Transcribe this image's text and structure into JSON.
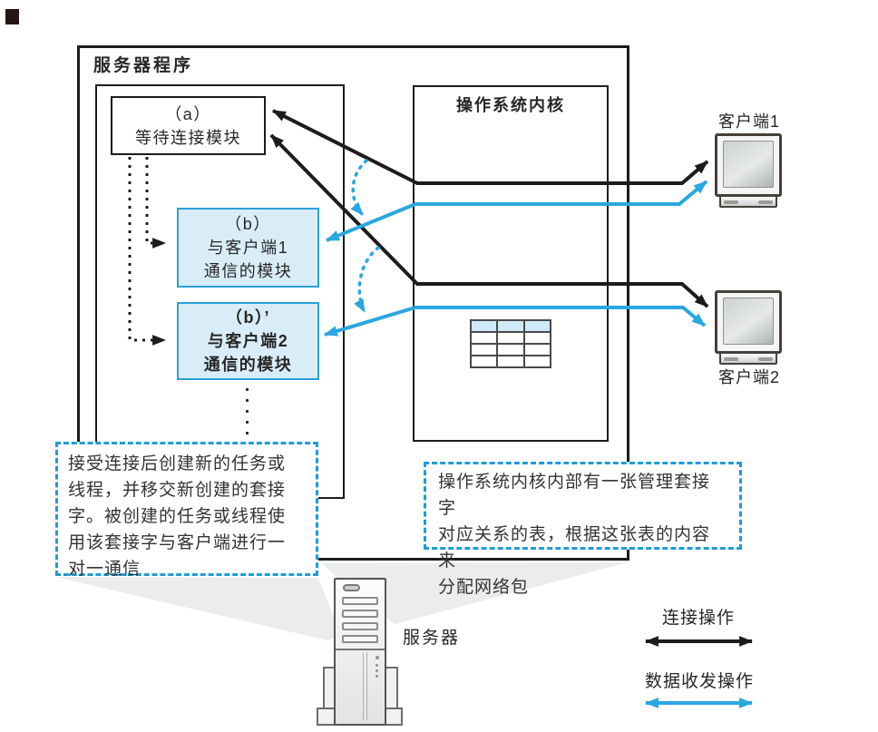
{
  "colors": {
    "line_black": "#1c1c1c",
    "line_blue": "#29a7e0",
    "module_fill": "#d9edf8",
    "module_border": "#2aa0d8",
    "callout_border": "#1e9cd7",
    "table_header": "#cfe9f7",
    "beam": "#ebecec"
  },
  "server_program": {
    "title": "服务器程序"
  },
  "kernel": {
    "title": "操作系统内核"
  },
  "module_a": {
    "lines": [
      "（a）",
      "等待连接模块"
    ]
  },
  "module_b1": {
    "lines": [
      "（b）",
      "与客户端1",
      "通信的模块"
    ]
  },
  "module_b2": {
    "lines": [
      "（b）’",
      "与客户端2",
      "通信的模块"
    ]
  },
  "callout_left": {
    "lines": [
      "接受连接后创建新的任务或",
      "线程，并移交新创建的套接",
      "字。被创建的任务或线程使",
      "用该套接字与客户端进行一",
      "对一通信"
    ]
  },
  "callout_right": {
    "lines": [
      "操作系统内核内部有一张管理套接字",
      "对应关系的表，根据这张表的内容来",
      "分配网络包"
    ]
  },
  "clients": {
    "client1": "客户端1",
    "client2": "客户端2"
  },
  "server": {
    "label": "服务器"
  },
  "legend": {
    "connect_label": "连接操作",
    "data_label": "数据收发操作"
  }
}
